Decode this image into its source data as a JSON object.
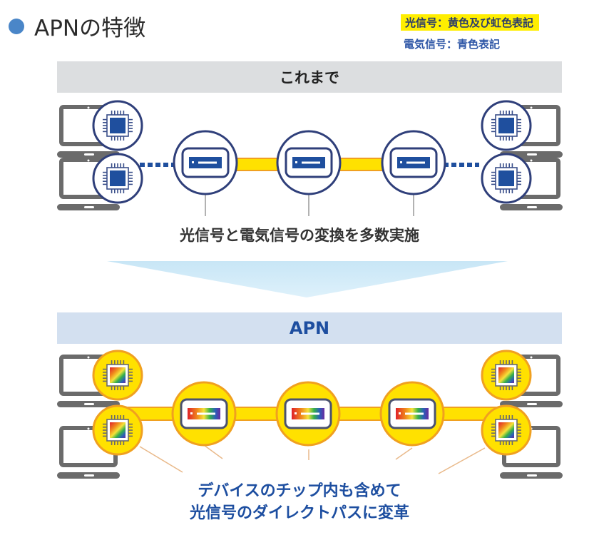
{
  "title": "APNの特徴",
  "legend": {
    "optical": "光信号：黄色及び虹色表記",
    "electric": "電気信号：青色表記"
  },
  "before": {
    "label": "これまで",
    "caption": "光信号と電気信号の変換を多数実施"
  },
  "apn": {
    "label": "APN",
    "caption_lines": [
      "デバイスのチップ内も含めて",
      "光信号のダイレクトパスに変革"
    ]
  },
  "colors": {
    "accent_dot": "#4a86c8",
    "electric_blue": "#1f4f9e",
    "ring_blue": "#2f3f7a",
    "optical_yellow": "#ffe100",
    "optical_orange": "#f0a020",
    "laptop_gray": "#6b6b6b",
    "band_gray": "#dcdee0",
    "band_blue": "#d3e0f0",
    "arrow_blue": "#cfe9f7"
  },
  "icons": {
    "chip": "cpu-chip-icon",
    "switch": "network-switch-icon",
    "laptop": "laptop-icon"
  }
}
